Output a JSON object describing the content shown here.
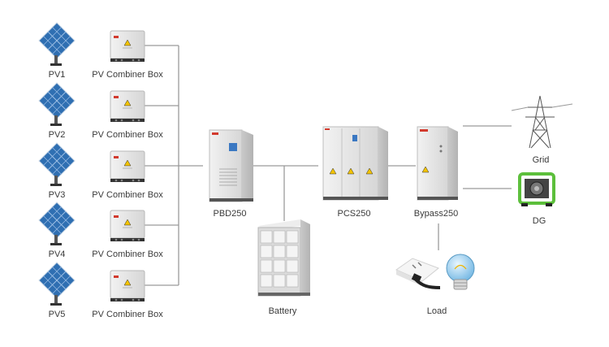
{
  "pv_rows": [
    {
      "pv_label": "PV1",
      "box_label": "PV Combiner Box"
    },
    {
      "pv_label": "PV2",
      "box_label": "PV Combiner Box"
    },
    {
      "pv_label": "PV3",
      "box_label": "PV Combiner Box"
    },
    {
      "pv_label": "PV4",
      "box_label": "PV Combiner Box"
    },
    {
      "pv_label": "PV5",
      "box_label": "PV Combiner Box"
    }
  ],
  "devices": {
    "pbd": "PBD250",
    "pcs": "PCS250",
    "bypass": "Bypass250",
    "battery": "Battery",
    "load": "Load",
    "grid": "Grid",
    "dg": "DG"
  },
  "colors": {
    "line": "#9a9a9a",
    "cabinet": "#e6e6e6",
    "panel": "#2f6fb2",
    "accent_red": "#d23a2e",
    "generator": "#5cbf3b",
    "bulb": "#7cc0ea"
  }
}
